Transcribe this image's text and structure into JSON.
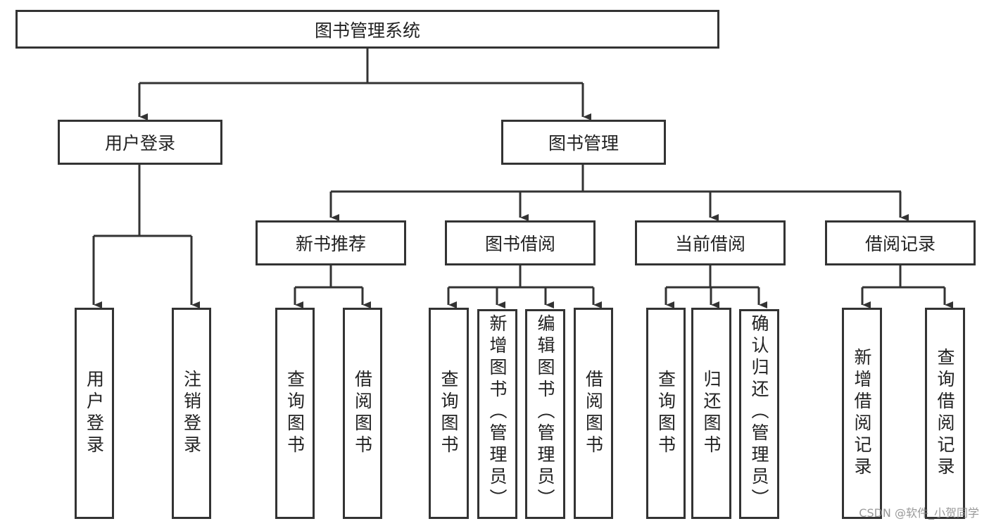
{
  "root": "图书管理系统",
  "level2": {
    "user_login": "用户登录",
    "book_mgmt": "图书管理"
  },
  "user_login_children": [
    "用户登录",
    "注销登录"
  ],
  "book_mgmt_children": [
    "新书推荐",
    "图书借阅",
    "当前借阅",
    "借阅记录"
  ],
  "new_book_children": [
    "查询图书",
    "借阅图书"
  ],
  "borrow_children": [
    "查询图书",
    "新增图书（管理员）",
    "编辑图书（管理员）",
    "借阅图书"
  ],
  "current_children": [
    "查询图书",
    "归还图书",
    "确认归还（管理员）"
  ],
  "record_children": [
    "新增借阅记录",
    "查询借阅记录"
  ],
  "watermark": "CSDN @软件_小贺同学"
}
